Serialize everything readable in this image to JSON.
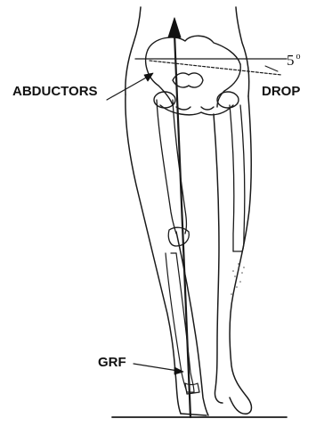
{
  "labels": {
    "angle": "5",
    "angle_unit": "o",
    "drop": "DROP",
    "abductors": "ABDUCTORS",
    "grf": "GRF"
  },
  "colors": {
    "ink": "#111111",
    "paper": "#ffffff"
  }
}
